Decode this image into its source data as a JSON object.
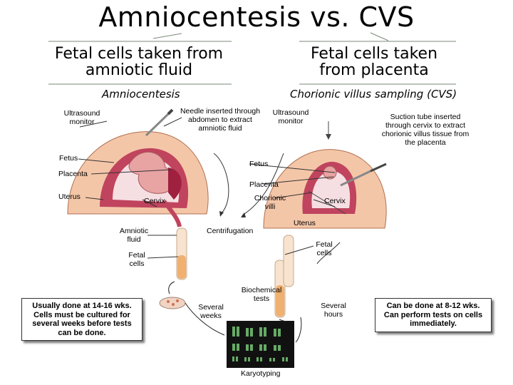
{
  "title": "Amniocentesis vs. CVS",
  "left": {
    "subtitle": "Fetal cells taken from amniotic fluid",
    "procedure": "Amniocentesis",
    "labels": {
      "ultrasound": "Ultrasound monitor",
      "needle": "Needle inserted through abdomen to extract amniotic fluid",
      "fetus": "Fetus",
      "placenta": "Placenta",
      "uterus": "Uterus",
      "cervix": "Cervix",
      "amniotic_fluid": "Amniotic fluid",
      "fetal_cells": "Fetal cells",
      "several_weeks": "Several weeks"
    },
    "note": "Usually done at 14-16 wks. Cells must be cultured for several weeks before tests can be done."
  },
  "right": {
    "subtitle": "Fetal cells taken from placenta",
    "procedure": "Chorionic villus sampling (CVS)",
    "labels": {
      "ultrasound": "Ultrasound monitor",
      "suction": "Suction tube inserted through cervix to extract chorionic villus tissue from the placenta",
      "fetus": "Fetus",
      "placenta": "Placenta",
      "chorionic_villi": "Chorionic villi",
      "cervix": "Cervix",
      "uterus": "Uterus",
      "fetal_cells": "Fetal cells",
      "several_hours": "Several hours"
    },
    "note": "Can be done at 8-12 wks. Can perform tests on cells immediately."
  },
  "center": {
    "centrifugation": "Centrifugation",
    "biochemical_tests": "Biochemical tests",
    "karyotyping": "Karyotyping"
  }
}
